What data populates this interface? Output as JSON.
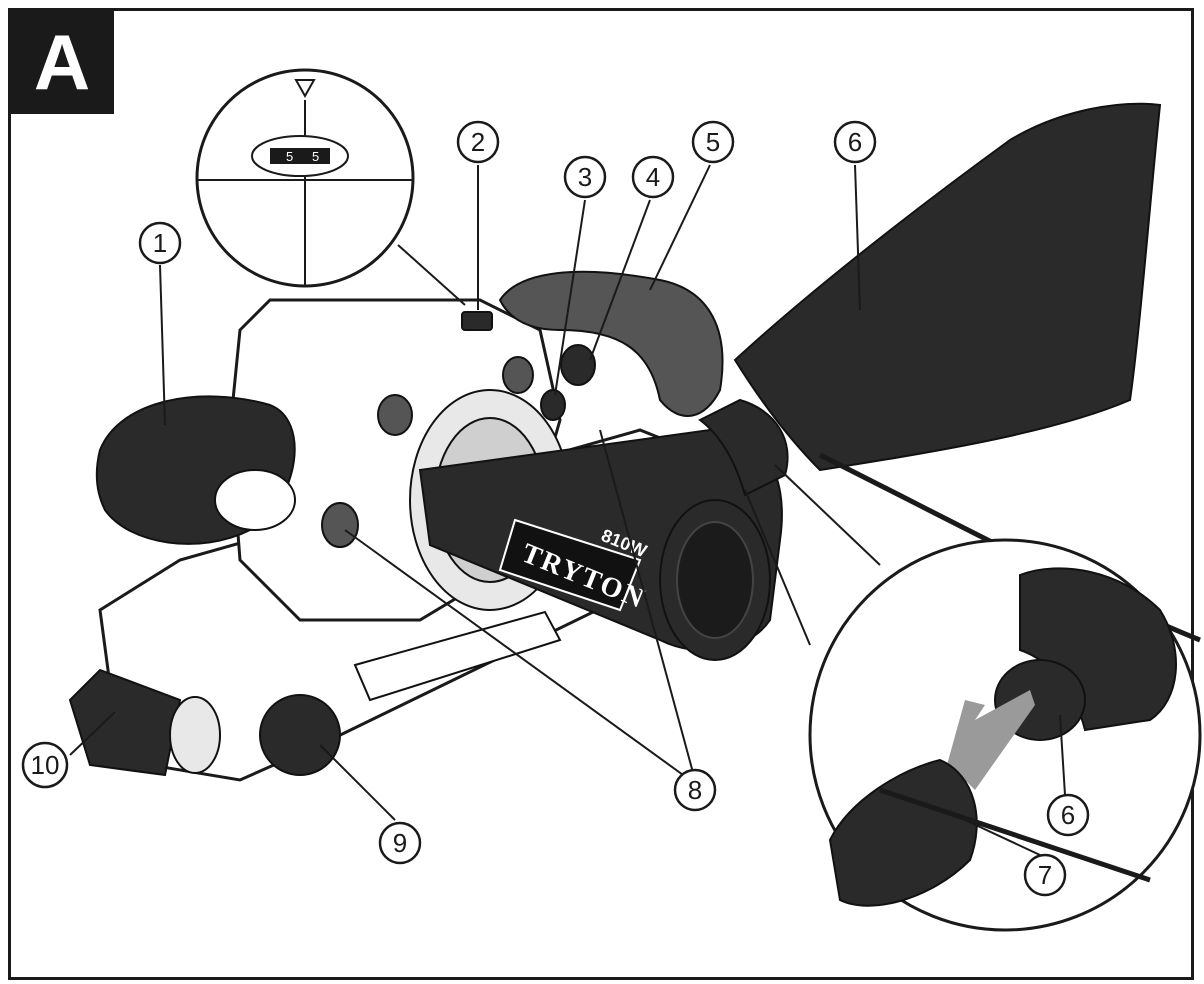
{
  "panel_label": "A",
  "brand": "TRYTON",
  "power_rating": "810W",
  "speed_dial_digits": [
    "5",
    "5"
  ],
  "callouts": [
    "1",
    "2",
    "3",
    "4",
    "5",
    "6",
    "7",
    "8",
    "9",
    "10"
  ],
  "colors": {
    "ink": "#1a1a1a",
    "dark_part": "#2a2a2a",
    "background": "#ffffff"
  }
}
